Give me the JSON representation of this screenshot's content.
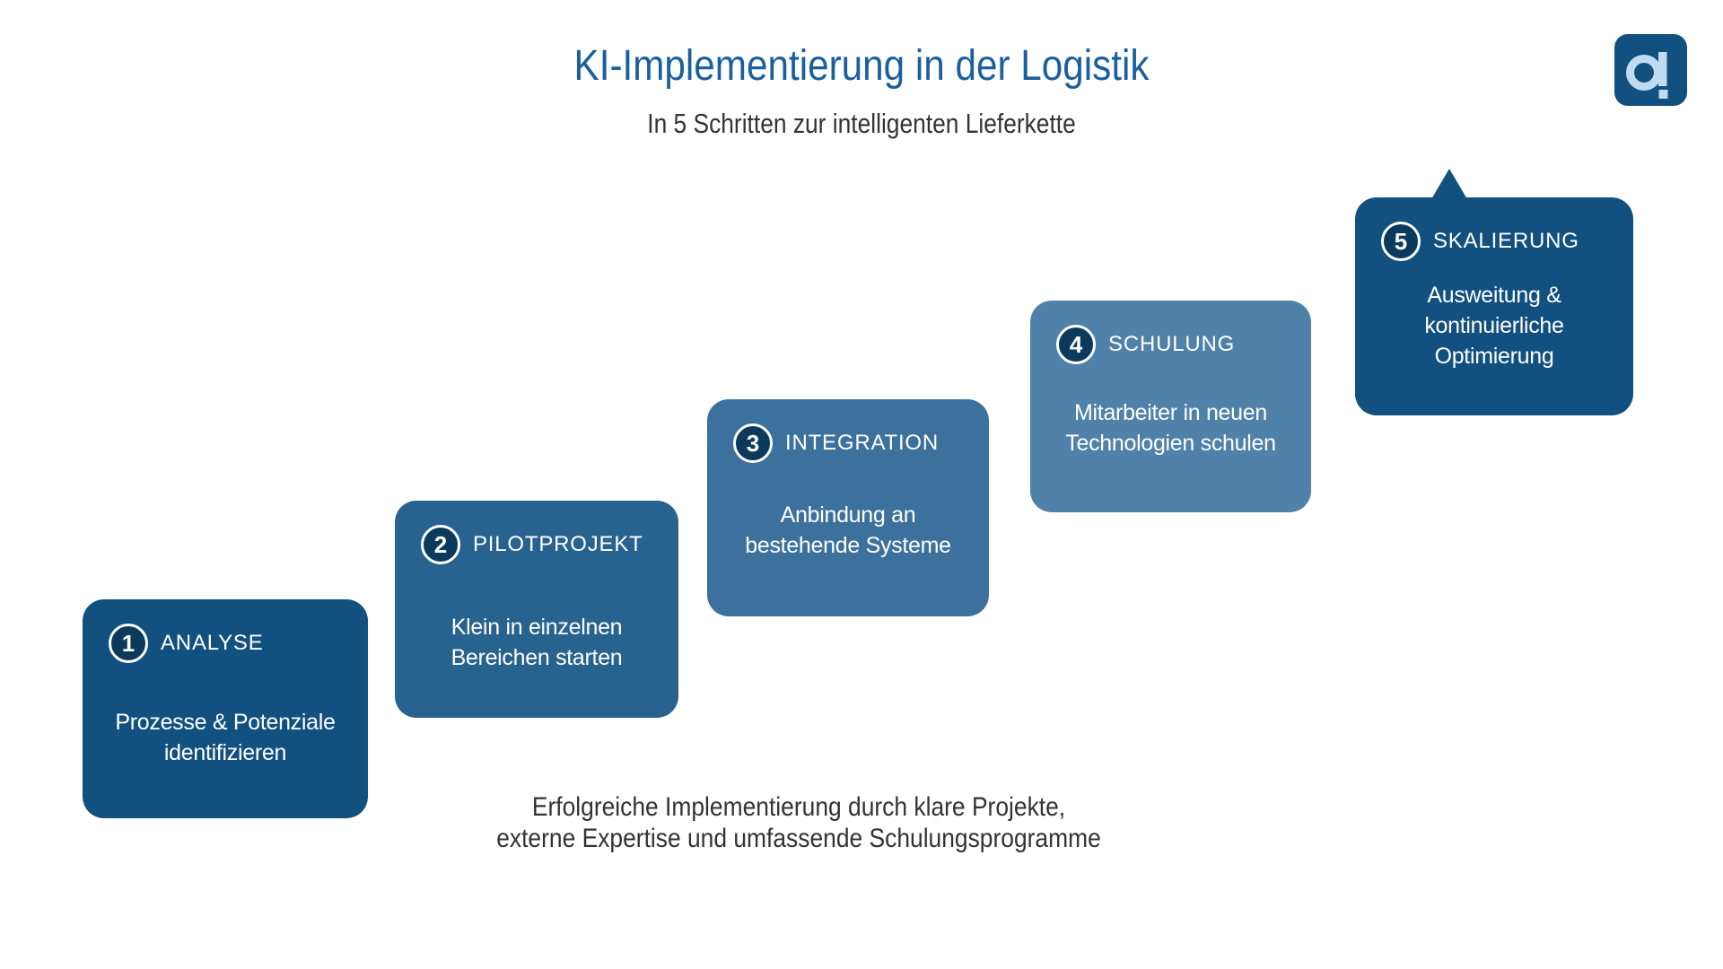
{
  "header": {
    "title": "KI-Implementierung in der Logistik",
    "subtitle": "In 5 Schritten zur intelligenten Lieferkette"
  },
  "logo": {
    "glyph": "a"
  },
  "steps": [
    {
      "number": "1",
      "title": "ANALYSE",
      "description": "Prozesse & Potenziale identifizieren",
      "desc_lines": [
        "Prozesse & Potenziale",
        "identifizieren"
      ],
      "color": "#11507F"
    },
    {
      "number": "2",
      "title": "PILOTPROJEKT",
      "description": "Klein in einzelnen Bereichen starten",
      "desc_lines": [
        "Klein in einzelnen",
        "Bereichen starten"
      ],
      "color": "#28628F"
    },
    {
      "number": "3",
      "title": "INTEGRATION",
      "description": "Anbindung an bestehende Systeme",
      "desc_lines": [
        "Anbindung an",
        "bestehende Systeme"
      ],
      "color": "#3C719E"
    },
    {
      "number": "4",
      "title": "SCHULUNG",
      "description": "Mitarbeiter in neuen Technologien schulen",
      "desc_lines": [
        "Mitarbeiter in neuen",
        "Technologien schulen"
      ],
      "color": "#5081A9"
    },
    {
      "number": "5",
      "title": "SKALIERUNG",
      "description": "Ausweitung & kontinuierliche Optimierung",
      "desc_lines": [
        "Ausweitung &",
        "kontinuierliche",
        "Optimierung"
      ],
      "color": "#11507F"
    }
  ],
  "footer": {
    "line1": "Erfolgreiche Implementierung durch klare Projekte,",
    "line2": "externe Expertise und umfassende Schulungsprogramme"
  },
  "colors": {
    "background": "#FFFFFF",
    "title_blue": "#1A5F9E",
    "text_dark": "#333333",
    "card_text": "#FFFFFF",
    "badge_fill": "#0C3A5C",
    "badge_ring": "#FFFFFF",
    "brand_dark": "#11507F",
    "logo_letter": "#BFDCF2"
  }
}
